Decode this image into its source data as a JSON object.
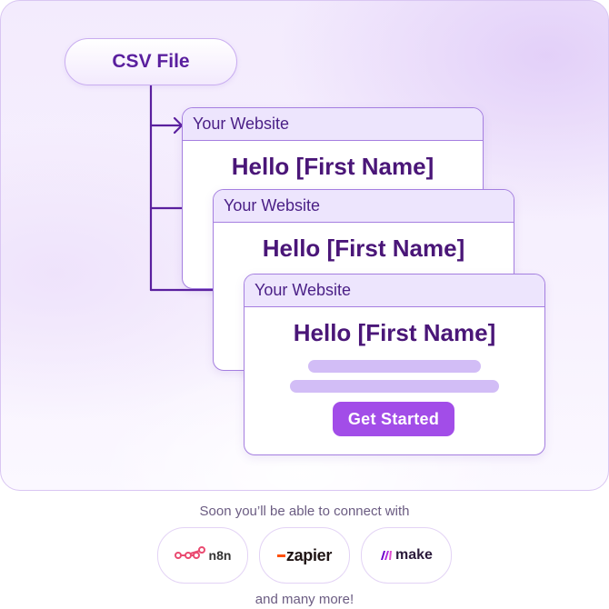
{
  "source": {
    "label": "CSV File"
  },
  "pages": [
    {
      "site_title": "Your Website",
      "headline": "Hello [First Name]"
    },
    {
      "site_title": "Your Website",
      "headline": "Hello [First Name]"
    },
    {
      "site_title": "Your Website",
      "headline": "Hello [First Name]",
      "cta_label": "Get Started"
    }
  ],
  "integrations": {
    "intro": "Soon you’ll be able to connect with",
    "items": [
      {
        "name": "n8n",
        "icon": "n8n-logo-icon",
        "color": "#ea4b71"
      },
      {
        "name": "zapier",
        "icon": "zapier-logo-icon",
        "color": "#ff4f00"
      },
      {
        "name": "make",
        "icon": "make-logo-icon",
        "color": "#6d00cc"
      }
    ],
    "outro": "and many more!"
  },
  "colors": {
    "accent": "#a24de8",
    "heading": "#4a1678",
    "connector": "#5a1f9e"
  }
}
